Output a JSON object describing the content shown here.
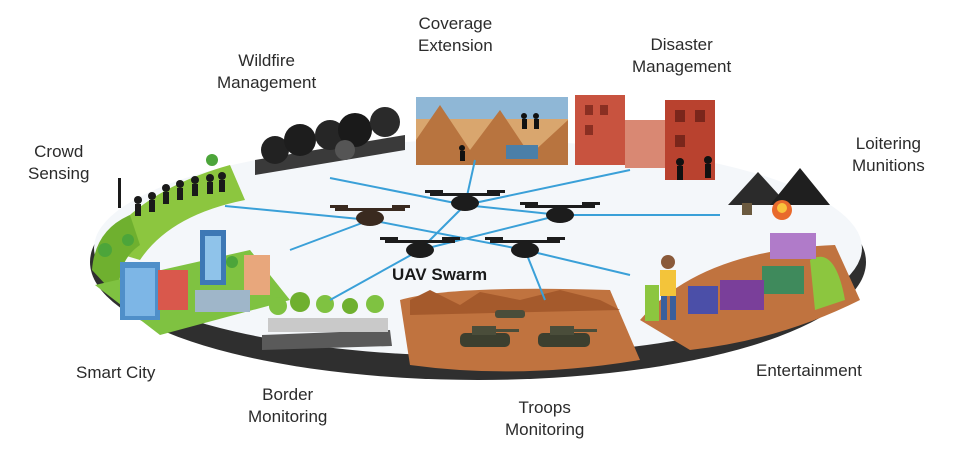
{
  "center_label": "UAV Swarm",
  "applications": [
    {
      "id": "coverage-extension",
      "line1": "Coverage",
      "line2": "Extension"
    },
    {
      "id": "wildfire-management",
      "line1": "Wildfire",
      "line2": "Management"
    },
    {
      "id": "disaster-management",
      "line1": "Disaster",
      "line2": "Management"
    },
    {
      "id": "crowd-sensing",
      "line1": "Crowd",
      "line2": "Sensing"
    },
    {
      "id": "loitering-munitions",
      "line1": "Loitering",
      "line2": "Munitions"
    },
    {
      "id": "smart-city",
      "line1": "Smart City",
      "line2": ""
    },
    {
      "id": "border-monitoring",
      "line1": "Border",
      "line2": "Monitoring"
    },
    {
      "id": "troops-monitoring",
      "line1": "Troops",
      "line2": "Monitoring"
    },
    {
      "id": "entertainment",
      "line1": "Entertainment",
      "line2": ""
    }
  ],
  "colors": {
    "disk_edge": "#2f2f2f",
    "ground": "#f4f7fa",
    "link_lines": "#3aa0d8",
    "grass": "#8cc63f",
    "desert": "#c0733f",
    "ruins": "#c8533f",
    "drone_body": "#1c1c1c"
  }
}
